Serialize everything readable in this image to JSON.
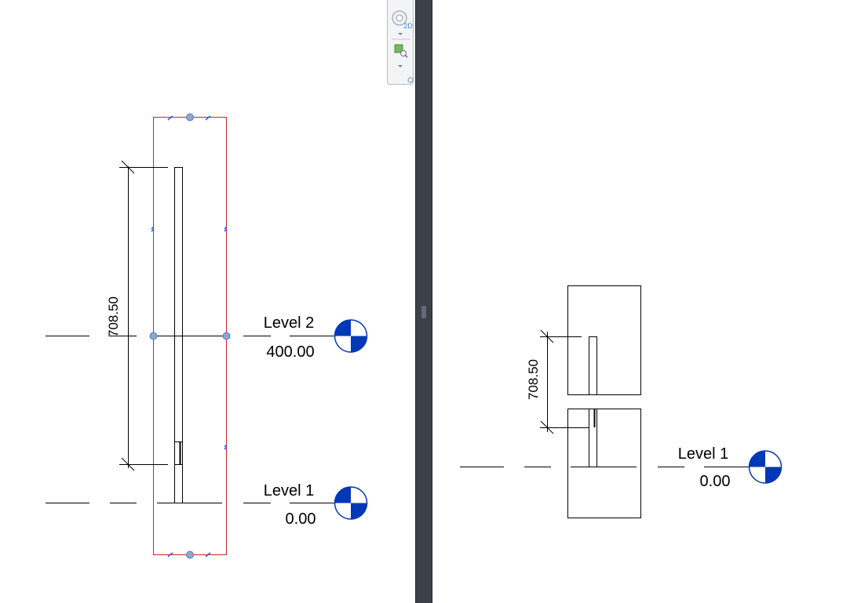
{
  "left_view": {
    "dimension_label": "708.50",
    "levels": [
      {
        "name": "Level 2",
        "elevation": "400.00"
      },
      {
        "name": "Level 1",
        "elevation": "0.00"
      }
    ]
  },
  "right_view": {
    "dimension_label": "708.50",
    "levels": [
      {
        "name": "Level 1",
        "elevation": "0.00"
      }
    ]
  },
  "nav_bar": {
    "tools": [
      "steering-wheel-2d-icon",
      "zoom-region-icon"
    ]
  },
  "colors": {
    "selection_box": "#d42020",
    "grip": "#8aa6d4",
    "level_marker_blue": "#0038b8",
    "splitter": "#3b4049"
  }
}
